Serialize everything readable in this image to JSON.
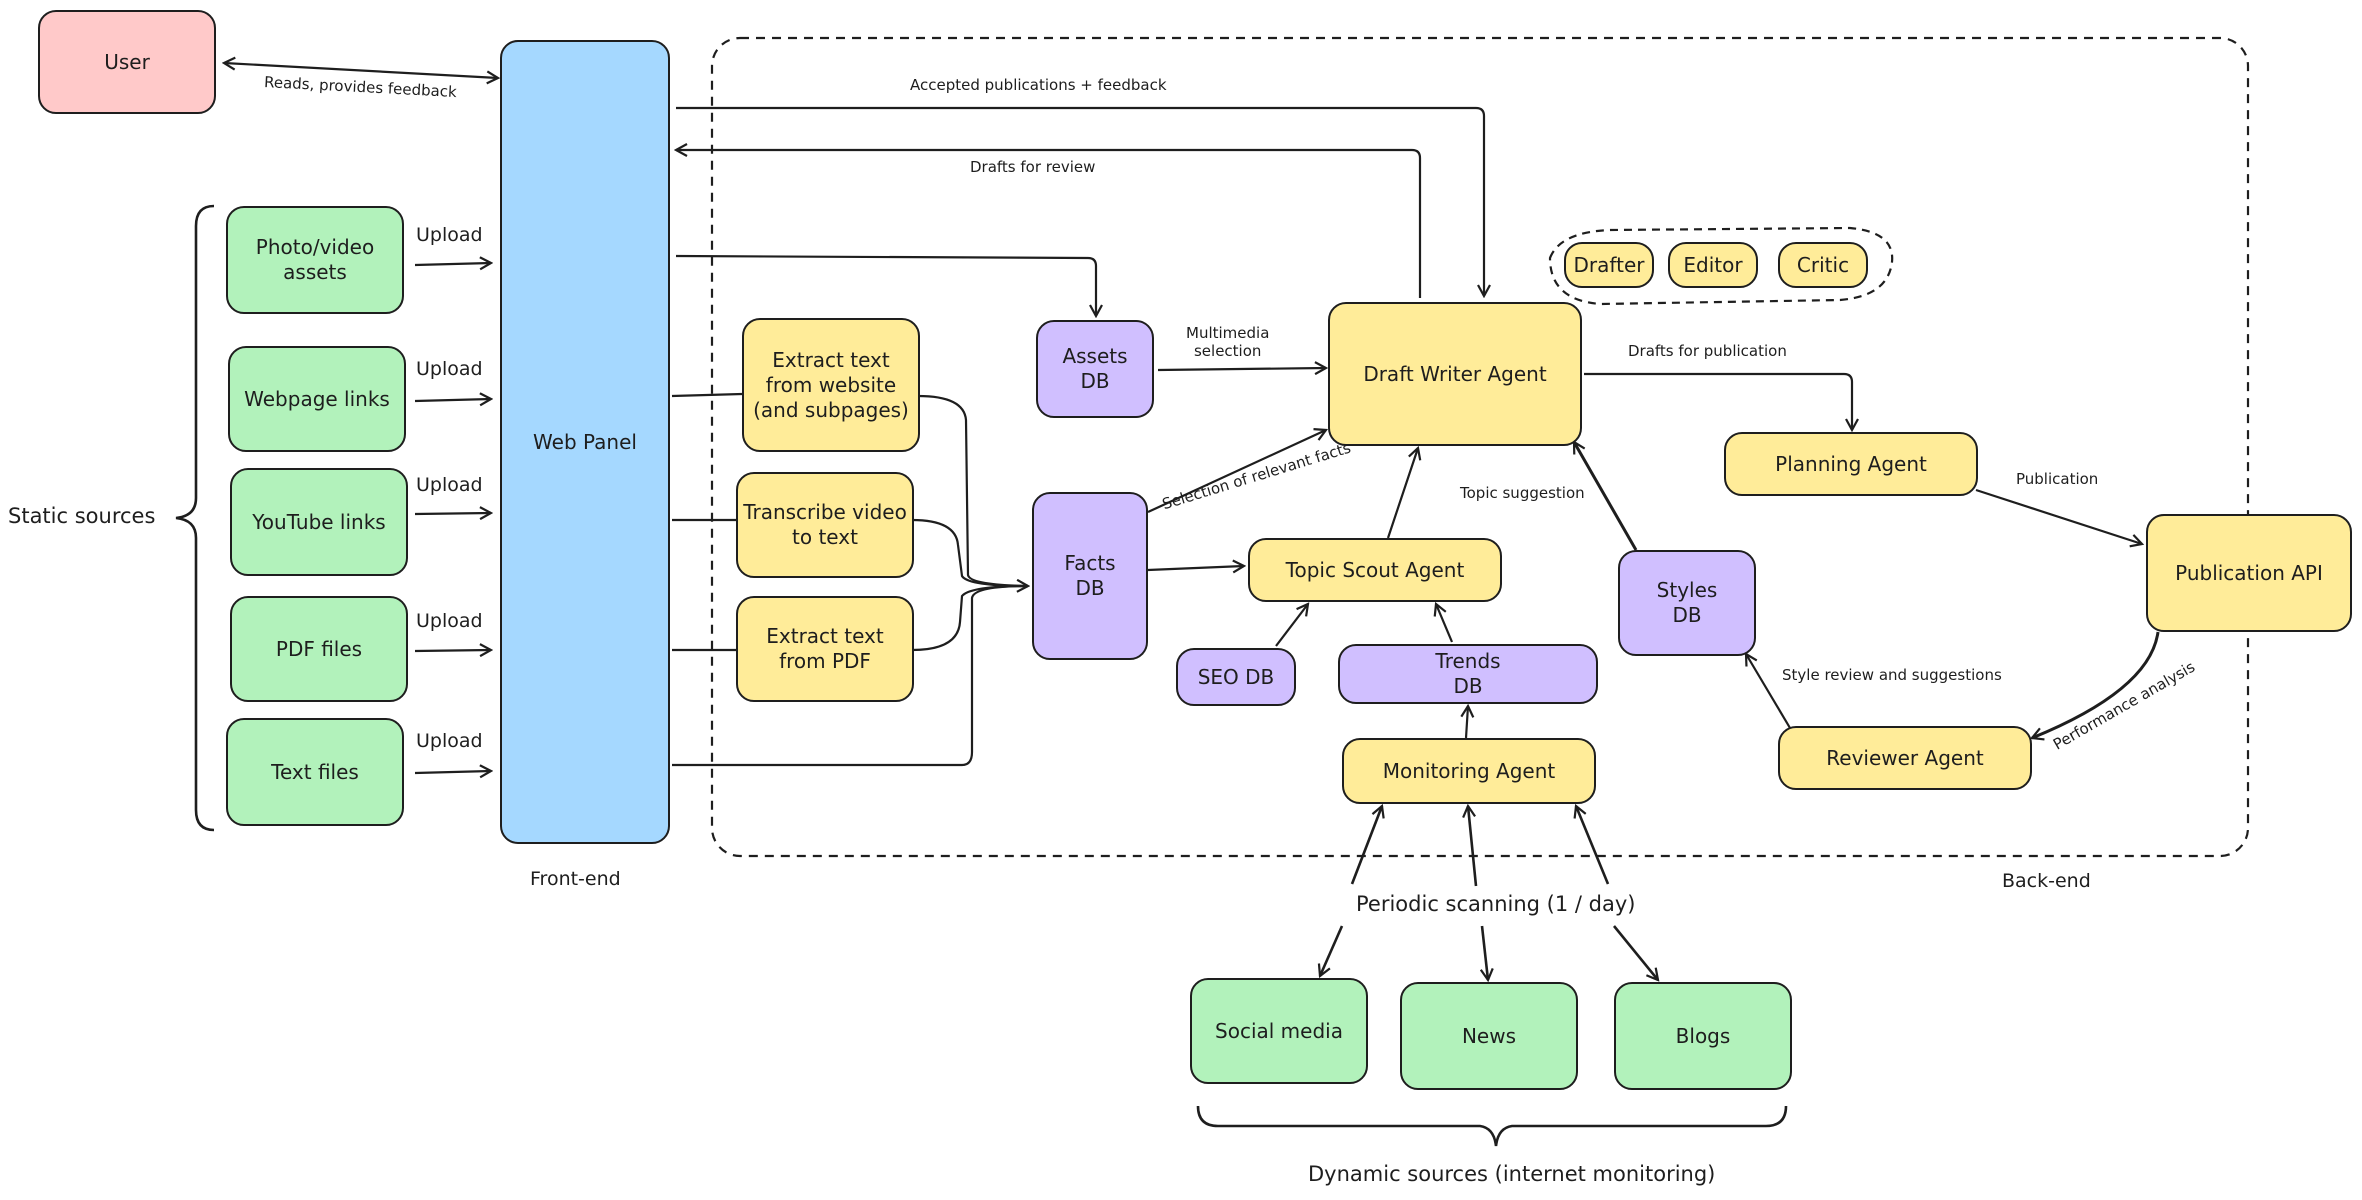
{
  "nodes": {
    "user": "User",
    "web_panel": "Web Panel",
    "photo_video": "Photo/video\nassets",
    "webpage_links": "Webpage links",
    "youtube_links": "YouTube links",
    "pdf_files": "PDF files",
    "text_files": "Text files",
    "extract_website": "Extract text\nfrom website\n(and subpages)",
    "transcribe_video": "Transcribe video\nto text",
    "extract_pdf": "Extract text\nfrom PDF",
    "assets_db": "Assets\nDB",
    "facts_db": "Facts\nDB",
    "seo_db": "SEO DB",
    "trends_db": "Trends\nDB",
    "draft_writer": "Draft Writer Agent",
    "drafter": "Drafter",
    "editor": "Editor",
    "critic": "Critic",
    "topic_scout": "Topic Scout Agent",
    "monitoring": "Monitoring Agent",
    "styles_db": "Styles\nDB",
    "planning": "Planning Agent",
    "publication_api": "Publication API",
    "reviewer": "Reviewer Agent",
    "social_media": "Social media",
    "news": "News",
    "blogs": "Blogs"
  },
  "labels": {
    "reads_feedback": "Reads, provides feedback",
    "accepted": "Accepted publications + feedback",
    "drafts_review": "Drafts for review",
    "upload": "Upload",
    "multimedia": "Multimedia\nselection",
    "selection_facts": "Selection of relevant facts",
    "topic_suggestion": "Topic suggestion",
    "drafts_publication": "Drafts for publication",
    "publication": "Publication",
    "style_review": "Style review and suggestions",
    "performance": "Performance analysis",
    "periodic": "Periodic scanning (1 / day)",
    "static_sources": "Static sources",
    "dynamic_sources": "Dynamic sources (internet monitoring)",
    "front_end": "Front-end",
    "back_end": "Back-end"
  },
  "colors": {
    "green": "#b2f2bb",
    "yellow": "#ffec99",
    "purple": "#d0bfff",
    "red": "#ffc9c9",
    "blue": "#a5d8ff",
    "stroke": "#1e1e1e"
  }
}
